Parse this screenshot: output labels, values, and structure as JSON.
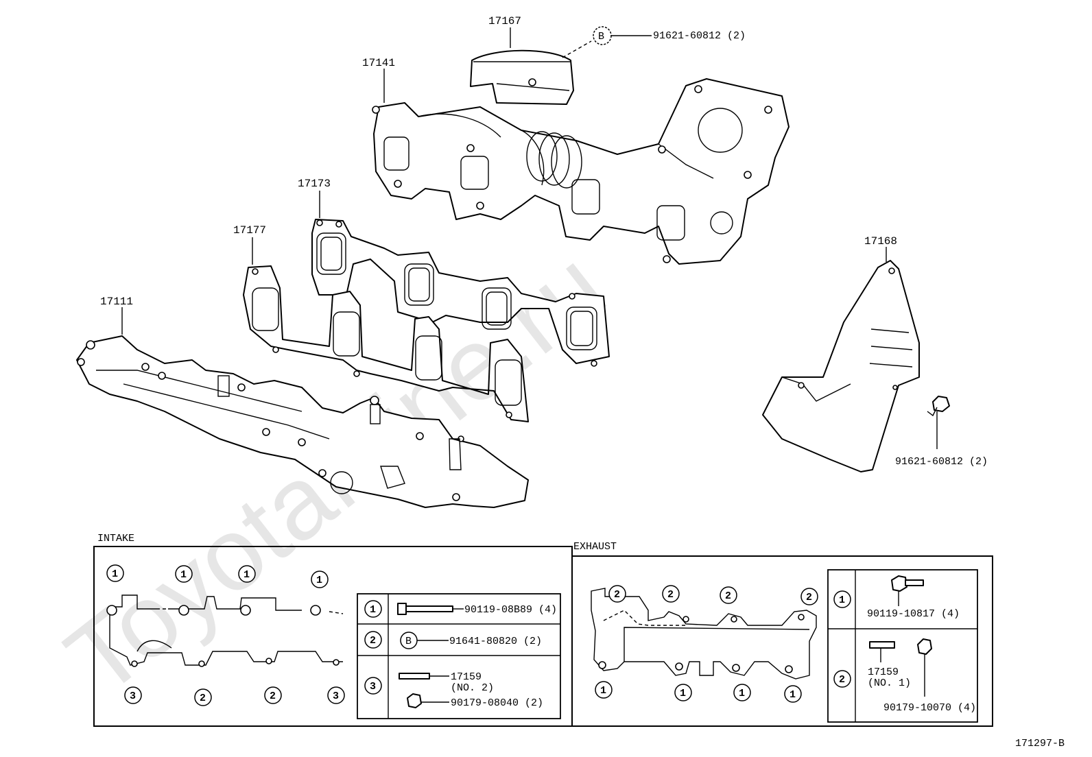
{
  "watermark": "ToyotaMine.ru",
  "diagram_id": "171297-B",
  "parts": {
    "p17167": "17167",
    "p17141": "17141",
    "p17173": "17173",
    "p17177": "17177",
    "p17111": "17111",
    "p17168": "17168",
    "bolt_b_top": "91621-60812 (2)",
    "bolt_right": "91621-60812 (2)",
    "b_marker": "B"
  },
  "intake": {
    "title": "INTAKE",
    "markers": {
      "one": "1",
      "two": "2",
      "three": "3"
    },
    "legend": {
      "row1_key": "1",
      "row1_part": "90119-08B89 (4)",
      "row2_key": "2",
      "row2_b": "B",
      "row2_part": "91641-80820 (2)",
      "row3_key": "3",
      "row3_stud": "17159",
      "row3_stud_no": "(NO. 2)",
      "row3_nut": "90179-08040 (2)"
    }
  },
  "exhaust": {
    "title": "EXHAUST",
    "markers": {
      "one": "1",
      "two": "2"
    },
    "legend": {
      "row1_key": "1",
      "row1_part": "90119-10817 (4)",
      "row2_key": "2",
      "row2_stud": "17159",
      "row2_stud_no": "(NO. 1)",
      "row2_nut": "90179-10070 (4)"
    }
  }
}
